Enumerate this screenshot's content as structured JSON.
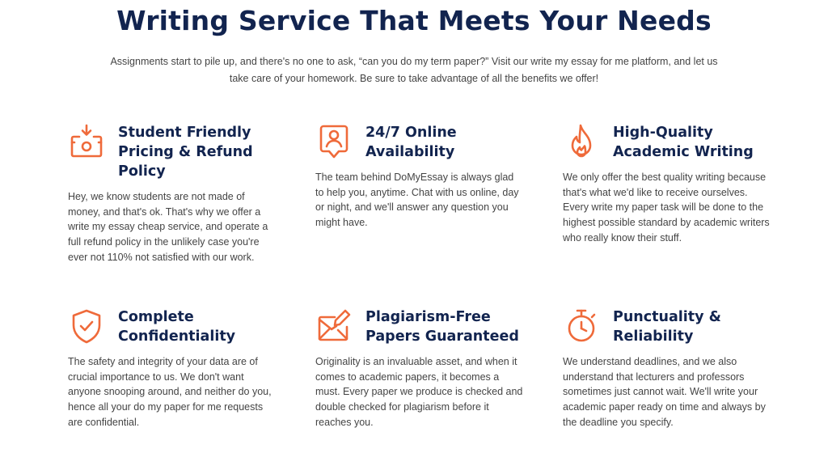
{
  "header": {
    "title": "Writing Service That Meets Your Needs",
    "intro": "Assignments start to pile up, and there's no one to ask, “can you do my term paper?” Visit our write my essay for me platform, and let us take care of your homework. Be sure to take advantage of all the benefits we offer!"
  },
  "colors": {
    "title": "#12244f",
    "accent": "#ef6a3a",
    "body_text": "#444444"
  },
  "features": [
    {
      "icon": "money-refund-icon",
      "title": "Student Friendly Pricing & Refund Policy",
      "description": "Hey, we know students are not made of money, and that's ok. That's why we offer a write my essay cheap service, and operate a full refund policy in the unlikely case you're ever not 110% not satisfied with our work."
    },
    {
      "icon": "support-person-icon",
      "title": "24/7 Online Availability",
      "description": "The team behind DoMyEssay is always glad to help you, anytime. Chat with us online, day or night, and we'll answer any question you might have."
    },
    {
      "icon": "flame-icon",
      "title": "High-Quality Academic Writing",
      "description": "We only offer the best quality writing because that's what we'd like to receive ourselves. Every write my paper task will be done to the highest possible standard by academic writers who really know their stuff."
    },
    {
      "icon": "shield-check-icon",
      "title": "Complete Confidentiality",
      "description": "The safety and integrity of your data are of crucial importance to us. We don't want anyone snooping around, and neither do you, hence all your do my paper for me requests are confidential."
    },
    {
      "icon": "envelope-pen-icon",
      "title": "Plagiarism-Free Papers Guaranteed",
      "description": "Originality is an invaluable asset, and when it comes to academic papers, it becomes a must. Every paper we produce is checked and double checked for plagiarism before it reaches you."
    },
    {
      "icon": "stopwatch-icon",
      "title": "Punctuality & Reliability",
      "description": "We understand deadlines, and we also understand that lecturers and professors sometimes just cannot wait. We'll write your academic paper ready on time and always by the deadline you specify."
    }
  ]
}
